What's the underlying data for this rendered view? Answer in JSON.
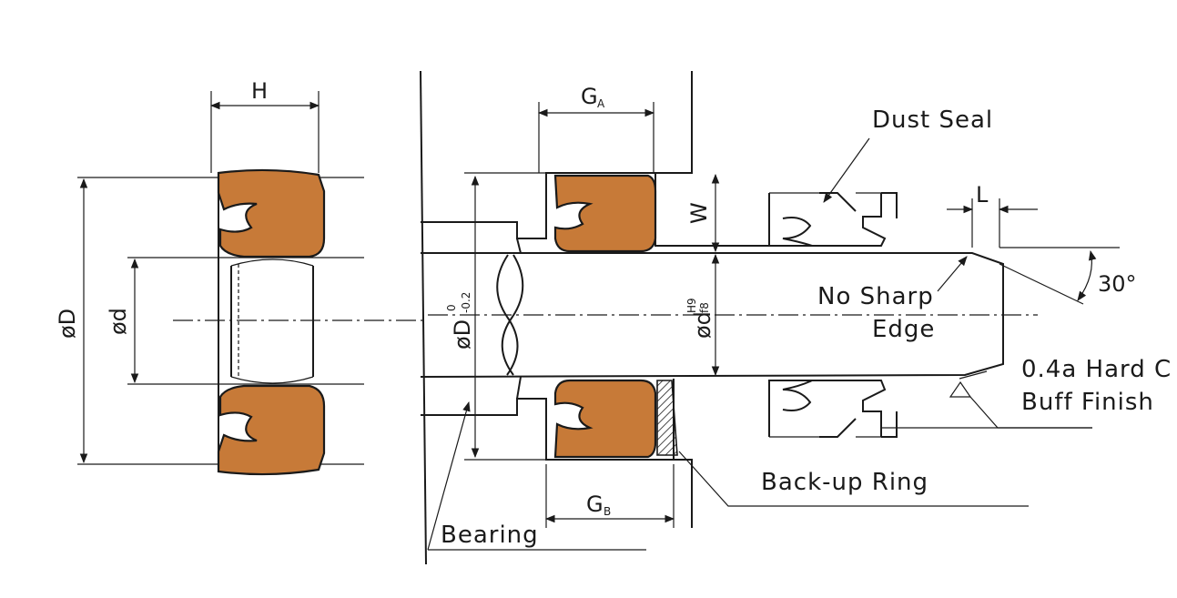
{
  "labels": {
    "dust_seal": "Dust Seal",
    "no_sharp_line1": "No Sharp",
    "no_sharp_line2": "Edge",
    "hard_line1": "0.4a Hard C",
    "hard_line2": "Buff Finish",
    "backup_ring": "Back-up Ring",
    "bearing": "Bearing",
    "angle": "30°"
  },
  "dimensions": {
    "H": "H",
    "GA": "G",
    "GA_sub": "A",
    "GB": "G",
    "GB_sub": "B",
    "W": "W",
    "L": "L",
    "phiD_left": "øD",
    "phid_left": "ød",
    "phiD_mid": "øD",
    "phiD_tol_up": "0",
    "phiD_tol_low": "-0.2",
    "phid_mid": "ød",
    "phid_tol_up": "H9",
    "phid_tol_low": "f8"
  },
  "colors": {
    "seal_fill": "#c77a38",
    "line": "#1a1a1a"
  }
}
